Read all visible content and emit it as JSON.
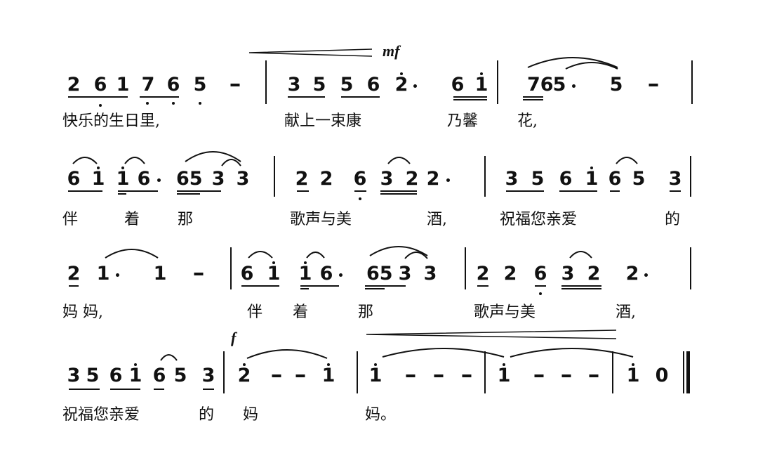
{
  "document": {
    "type": "jianpu-score-excerpt",
    "lines": [
      {
        "notes": [
          "2",
          "6",
          "1",
          "7",
          "6",
          "5",
          "-",
          "3",
          "5",
          "5",
          "6",
          "2",
          "6",
          "1",
          "76",
          "5",
          "5",
          "-"
        ],
        "lyrics": [
          "快乐的生日里,",
          "献上一束康",
          "乃馨",
          "花,"
        ],
        "dynamics": [
          "mf"
        ]
      },
      {
        "notes": [
          "6",
          "1",
          "1",
          "6",
          "65",
          "3",
          "3",
          "2",
          "2",
          "6",
          "3",
          "2",
          "2",
          "3",
          "5",
          "6",
          "1",
          "6",
          "5",
          "3"
        ],
        "lyrics": [
          "伴",
          "着",
          "那",
          "歌声与美",
          "酒,",
          "祝福您亲爱",
          "的"
        ]
      },
      {
        "notes": [
          "2",
          "1",
          "1",
          "-",
          "6",
          "1",
          "1",
          "6",
          "65",
          "3",
          "3",
          "2",
          "2",
          "6",
          "3",
          "2",
          "2"
        ],
        "lyrics": [
          "妈 妈,",
          "伴",
          "着",
          "那",
          "歌声与美",
          "酒,"
        ]
      },
      {
        "notes": [
          "3",
          "5",
          "6",
          "1",
          "6",
          "5",
          "3",
          "2",
          "-",
          "-",
          "1",
          "1",
          "-",
          "-",
          "-",
          "1",
          "-",
          "-",
          "-",
          "1",
          "0"
        ],
        "lyrics": [
          "祝福您亲爱",
          "的",
          "妈",
          "妈。"
        ],
        "dynamics": [
          "f"
        ]
      }
    ]
  }
}
